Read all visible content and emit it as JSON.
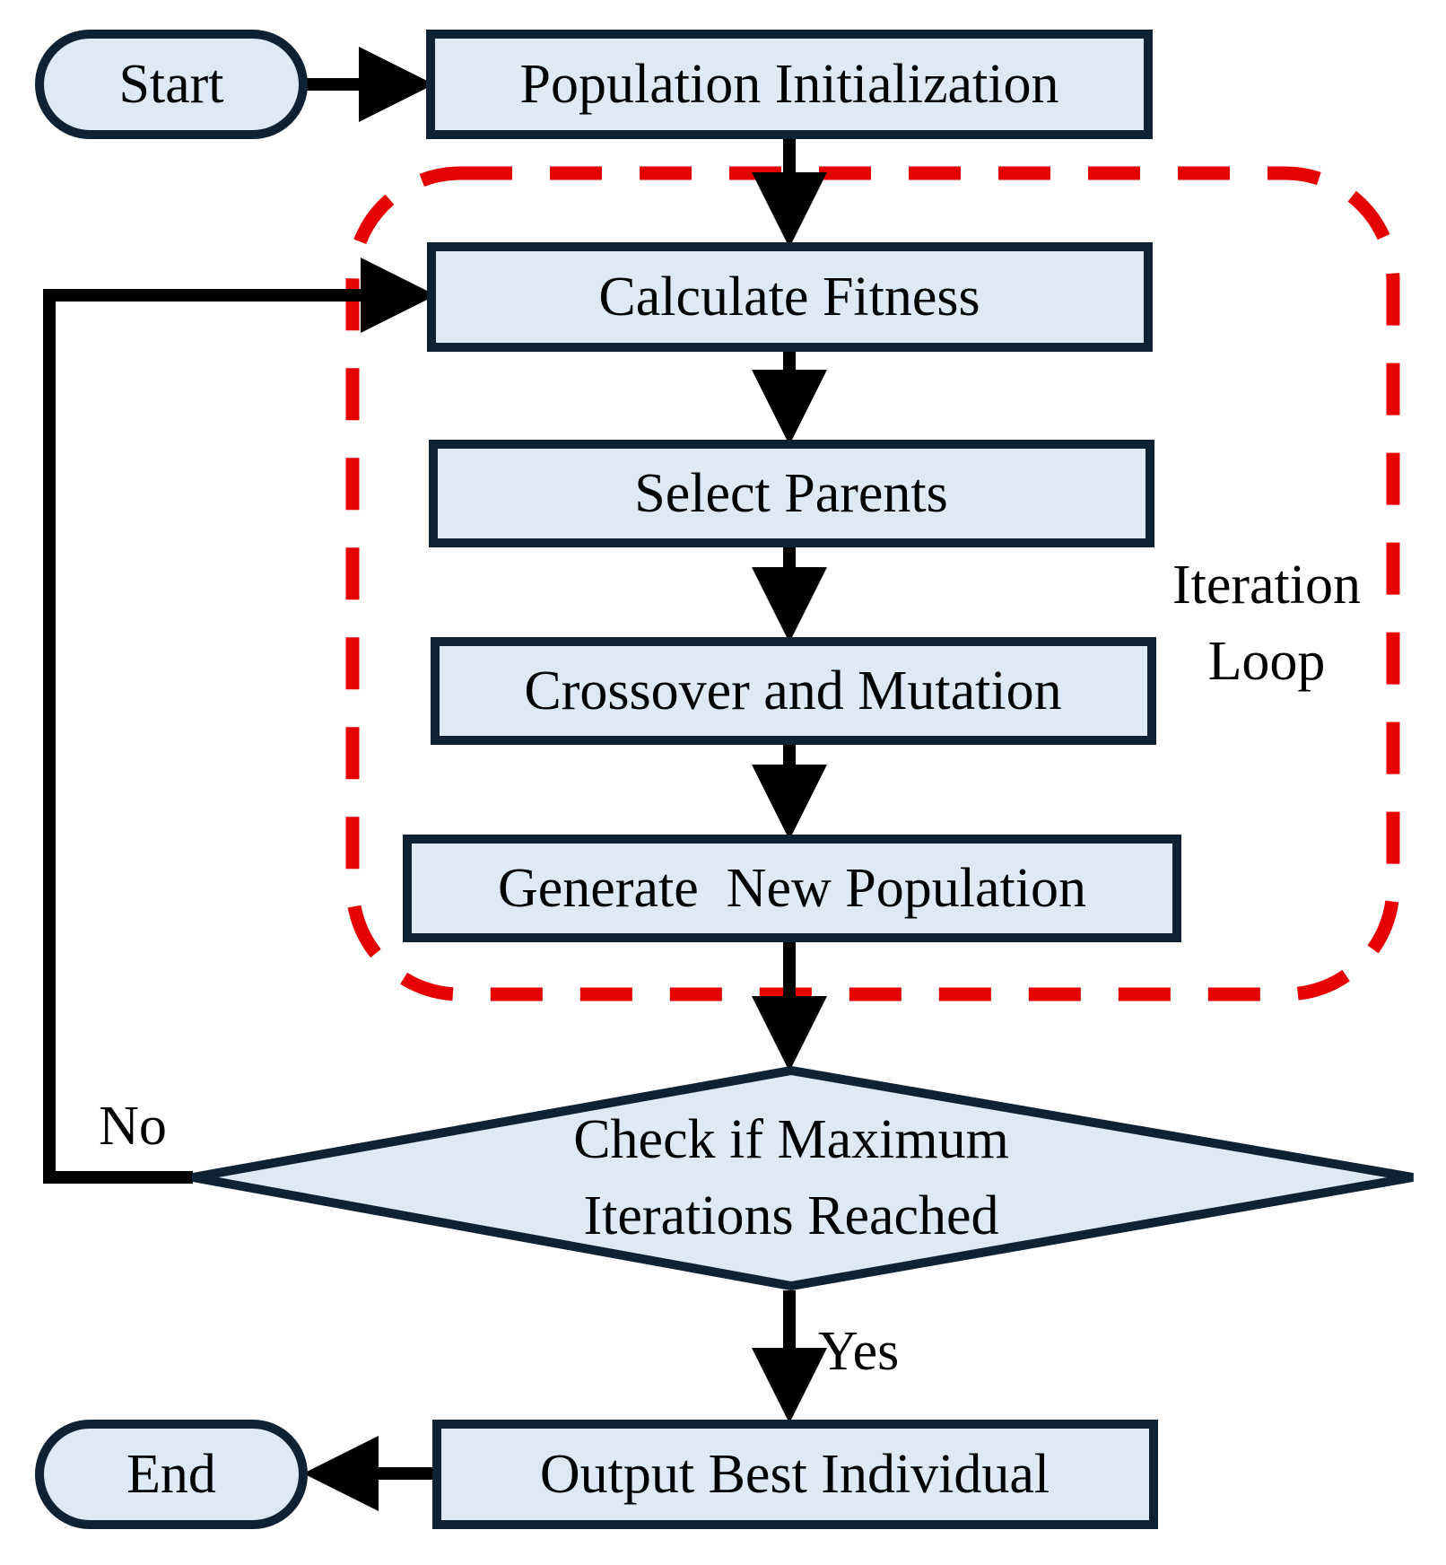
{
  "colors": {
    "node_fill": "#dde9f5",
    "node_stroke": "#0f2233",
    "arrow": "#000000",
    "loop_outline": "#e60000"
  },
  "nodes": {
    "start": "Start",
    "population_init": "Population Initialization",
    "calculate_fitness": "Calculate Fitness",
    "select_parents": "Select Parents",
    "crossover_mutation": "Crossover and Mutation",
    "generate_population": "Generate  New Population",
    "check_line1": "Check if Maximum",
    "check_line2": "Iterations Reached",
    "output_best": "Output Best Individual",
    "end": "End"
  },
  "labels": {
    "loop_line1": "Iteration",
    "loop_line2": "Loop",
    "no": "No",
    "yes": "Yes"
  }
}
